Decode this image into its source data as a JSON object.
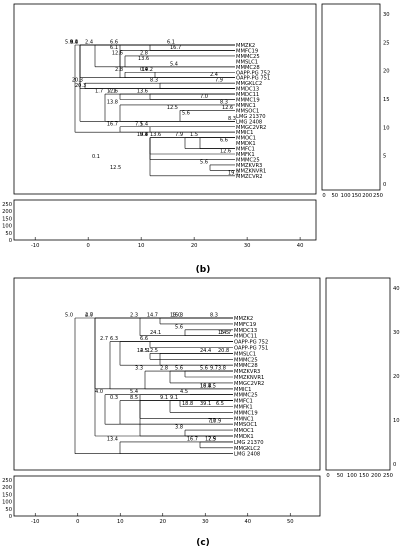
{
  "panels": [
    {
      "label": "(b)",
      "leaves": [
        "MMZK2",
        "MMFC19",
        "MMMC25",
        "MMSLC1",
        "MMMC28",
        "OAPP-PG 752",
        "OAPP-PG 751",
        "MMGKLC2",
        "MMDC13",
        "MMDC11",
        "MMMC19",
        "MMNC1",
        "MMSOC1",
        "LMG 21370",
        "LMG 2408",
        "MMGC2VR2",
        "MMIC1",
        "MMOC1",
        "MMDK1",
        "MMFC1",
        "MMFK1",
        "MMMC25",
        "MMZKVR3",
        "MMZKNVR1",
        "MMZCVR2"
      ],
      "branch_labels": [
        "13.6",
        "6.1",
        "13.6",
        "2.4",
        "7.1",
        "12.6",
        "7.1",
        "6.6",
        "0.1",
        "19.2",
        "2.8",
        "19.2",
        "0.4",
        "20.3",
        "8.3",
        "8.3",
        "13.6",
        "13.6",
        "12.6",
        "1.7",
        "12.5",
        "13.8",
        "12.5",
        "1.0",
        "16.7",
        "5.4",
        "16.7",
        "5.9",
        "7.9",
        "1.5",
        "7.9",
        "7.0",
        "9.4",
        "5.7",
        "5.6",
        "10.8",
        "5.6"
      ],
      "tree_xaxis": {
        "ticks": [
          "-10",
          "0",
          "10",
          "20",
          "30",
          "40"
        ],
        "range": [
          -14,
          43
        ]
      },
      "bar_yaxis": {
        "ticks": [
          "0",
          "50",
          "100",
          "150",
          "200",
          "250"
        ]
      },
      "side_yaxis": {
        "ticks": [
          "0",
          "5",
          "10",
          "15",
          "20",
          "25",
          "30"
        ]
      },
      "side_xaxis": {
        "ticks": [
          "0",
          "50",
          "100",
          "150",
          "200",
          "250"
        ]
      }
    },
    {
      "label": "(c)",
      "leaves": [
        "MMZK2",
        "MMFC19",
        "MMDC13",
        "MMDC11",
        "OAPP-PG 752",
        "OAPP-PG 751",
        "MMSLC1",
        "MMMC25",
        "MMMC28",
        "MMZKVR3",
        "MMZKNVR1",
        "MMGC2VR2",
        "MMIC1",
        "MMMC25",
        "MMFC1",
        "MMFK1",
        "MMMC19",
        "MMNC1",
        "MMSOC1",
        "MMOC1",
        "MMDK1",
        "LMG 21370",
        "MMGKLC2",
        "LMG 2408"
      ],
      "branch_labels": [
        "14.7",
        "15.3",
        "14.7",
        "2.3",
        "5.6",
        "24.4",
        "5.6",
        "18.8",
        "6.6",
        "18.8",
        "10.9",
        "12.5",
        "12.5",
        "6.3",
        "8.3",
        "5.6",
        "2.8",
        "13.9",
        "3.3",
        "2.7",
        "15.5",
        "2.7",
        "4.5",
        "9.7",
        "4.5",
        "4.0",
        "9.1",
        "6.5",
        "9.1",
        "7.7",
        "8.5",
        "7.9",
        "0.3",
        "19.0",
        "24.1",
        "5.4",
        "3.8",
        "20.8",
        "3.8",
        "5.0",
        "16.7",
        "13.4",
        "16.7",
        "39.1"
      ],
      "tree_xaxis": {
        "ticks": [
          "-10",
          "0",
          "10",
          "20",
          "30",
          "40",
          "50"
        ],
        "range": [
          -15,
          57
        ]
      },
      "bar_yaxis": {
        "ticks": [
          "0",
          "50",
          "100",
          "150",
          "200",
          "250"
        ]
      },
      "side_yaxis": {
        "ticks": [
          "0",
          "10",
          "20",
          "30",
          "40"
        ]
      },
      "side_xaxis": {
        "ticks": [
          "0",
          "50",
          "100",
          "150",
          "200",
          "250"
        ]
      }
    }
  ]
}
